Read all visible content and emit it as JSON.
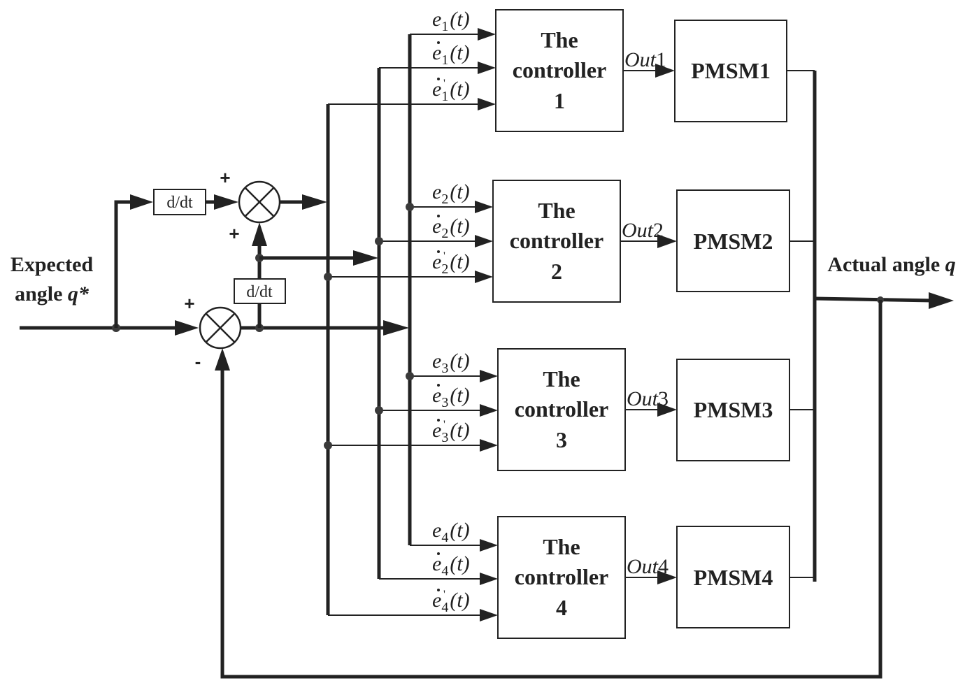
{
  "input_label": {
    "line1": "Expected",
    "line2_text": "angle ",
    "line2_var": "q*"
  },
  "output_label": {
    "text": "Actual angle ",
    "var": "q"
  },
  "derivative_block_label": "d/dt",
  "summing_signs": {
    "top_junction": [
      "+",
      "+"
    ],
    "bottom_junction": [
      "+",
      "-"
    ]
  },
  "controllers": [
    {
      "line1": "The",
      "line2": "controller",
      "line3": "1",
      "out_var": "Out",
      "out_idx": "1",
      "plant": "PMSM1",
      "signals": [
        {
          "base": "e",
          "sub": "1",
          "dot": false,
          "prime": false,
          "arg": "(t)"
        },
        {
          "base": "e",
          "sub": "1",
          "dot": true,
          "prime": false,
          "arg": "(t)"
        },
        {
          "base": "e",
          "sub": "1",
          "dot": true,
          "prime": true,
          "arg": "(t)"
        }
      ]
    },
    {
      "line1": "The",
      "line2": "controller",
      "line3": "2",
      "out_var": "Out",
      "out_idx": "2",
      "plant": "PMSM2",
      "signals": [
        {
          "base": "e",
          "sub": "2",
          "dot": false,
          "prime": false,
          "arg": "(t)"
        },
        {
          "base": "e",
          "sub": "2",
          "dot": true,
          "prime": false,
          "arg": "(t)"
        },
        {
          "base": "e",
          "sub": "2",
          "dot": true,
          "prime": true,
          "arg": "(t)"
        }
      ]
    },
    {
      "line1": "The",
      "line2": "controller",
      "line3": "3",
      "out_var": "Out",
      "out_idx": "3",
      "plant": "PMSM3",
      "signals": [
        {
          "base": "e",
          "sub": "3",
          "dot": false,
          "prime": false,
          "arg": "(t)"
        },
        {
          "base": "e",
          "sub": "3",
          "dot": true,
          "prime": false,
          "arg": "(t)"
        },
        {
          "base": "e",
          "sub": "3",
          "dot": true,
          "prime": true,
          "arg": "(t)"
        }
      ]
    },
    {
      "line1": "The",
      "line2": "controller",
      "line3": "4",
      "out_var": "Out",
      "out_idx": "4",
      "plant": "PMSM4",
      "signals": [
        {
          "base": "e",
          "sub": "4",
          "dot": false,
          "prime": false,
          "arg": "(t)"
        },
        {
          "base": "e",
          "sub": "4",
          "dot": true,
          "prime": false,
          "arg": "(t)"
        },
        {
          "base": "e",
          "sub": "4",
          "dot": true,
          "prime": true,
          "arg": "(t)"
        }
      ]
    }
  ]
}
